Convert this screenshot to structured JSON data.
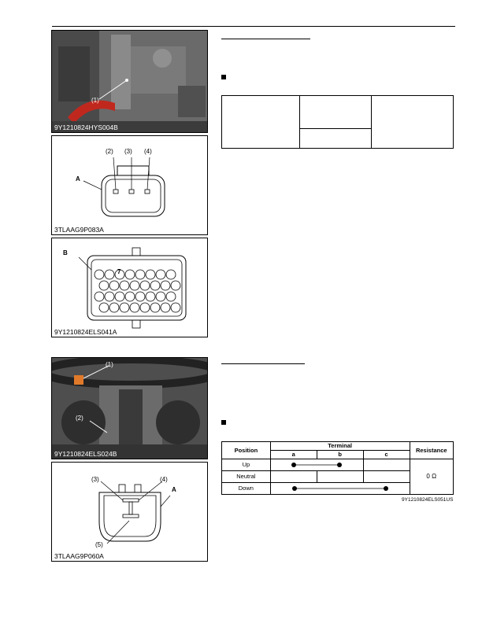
{
  "figure1": {
    "callout": "(1)",
    "code": "9Y1210824HYS004B"
  },
  "figure2": {
    "callouts": [
      "(2)",
      "(3)",
      "(4)"
    ],
    "letter": "A",
    "code": "3TLAAG9P083A"
  },
  "figure3": {
    "letter": "B",
    "pin": "7",
    "code": "9Y1210824ELS041A"
  },
  "figure4": {
    "callouts": [
      "(1)",
      "(2)"
    ],
    "code": "9Y1210824ELS024B"
  },
  "figure5": {
    "callouts": [
      "(3)",
      "(4)",
      "(5)"
    ],
    "letter": "A",
    "code": "3TLAAG9P060A"
  },
  "terminal_table": {
    "header_position": "Position",
    "header_terminal": "Terminal",
    "header_resistance": "Resistance",
    "terminals": [
      "a",
      "b",
      "c"
    ],
    "rows": [
      {
        "position": "Up"
      },
      {
        "position": "Neutral"
      },
      {
        "position": "Down"
      }
    ],
    "resistance_value": "0 Ω",
    "code": "9Y1210824ELS051US"
  }
}
